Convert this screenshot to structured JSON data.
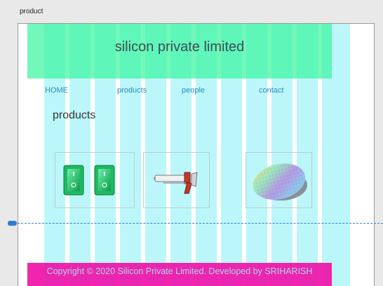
{
  "frame": {
    "label": "product"
  },
  "site": {
    "title": "silicon private limited"
  },
  "nav": {
    "items": [
      {
        "label": "HOME"
      },
      {
        "label": "products"
      },
      {
        "label": "people"
      },
      {
        "label": "contact"
      }
    ]
  },
  "content": {
    "section_title": "products",
    "products": [
      {
        "icon": "rocker-switches-icon"
      },
      {
        "icon": "caulking-gun-icon"
      },
      {
        "icon": "silicon-wafer-icon"
      }
    ]
  },
  "footer": {
    "copyright": "Copyright © 2020 Silicon Private Limited. Developed by SRIHARISH"
  },
  "colors": {
    "grid_column": "#78f0f5",
    "header": "#3cf5a0",
    "footer": "#ee12a8",
    "link": "#2f88c2",
    "guide": "#2e7fd0"
  }
}
